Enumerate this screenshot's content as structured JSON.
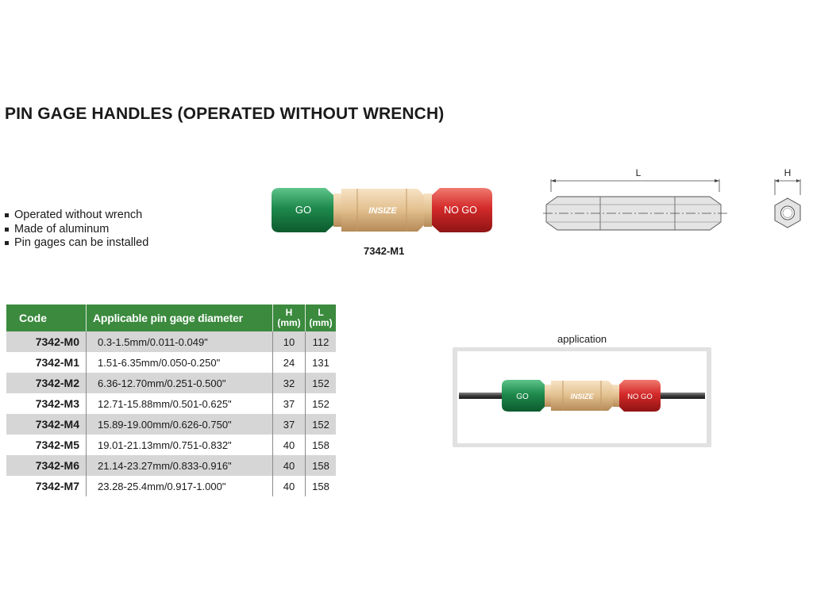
{
  "title": "PIN GAGE HANDLES (OPERATED WITHOUT WRENCH)",
  "features": [
    "Operated without wrench",
    "Made of aluminum",
    "Pin gages can be installed"
  ],
  "product": {
    "code": "7342-M1",
    "go_label": "GO",
    "nogo_label": "NO GO",
    "brand": "INSIZE"
  },
  "diagram": {
    "length_label": "L",
    "height_label": "H"
  },
  "table": {
    "headers": {
      "code": "Code",
      "diameter": "Applicable pin gage diameter",
      "h": "H",
      "h_unit": "(mm)",
      "l": "L",
      "l_unit": "(mm)"
    },
    "rows": [
      {
        "code": "7342-M0",
        "diameter": "0.3-1.5mm/0.011-0.049\"",
        "h": "10",
        "l": "112"
      },
      {
        "code": "7342-M1",
        "diameter": "1.51-6.35mm/0.050-0.250\"",
        "h": "24",
        "l": "131"
      },
      {
        "code": "7342-M2",
        "diameter": "6.36-12.70mm/0.251-0.500\"",
        "h": "32",
        "l": "152"
      },
      {
        "code": "7342-M3",
        "diameter": "12.71-15.88mm/0.501-0.625\"",
        "h": "37",
        "l": "152"
      },
      {
        "code": "7342-M4",
        "diameter": "15.89-19.00mm/0.626-0.750\"",
        "h": "37",
        "l": "152"
      },
      {
        "code": "7342-M5",
        "diameter": "19.01-21.13mm/0.751-0.832\"",
        "h": "40",
        "l": "158"
      },
      {
        "code": "7342-M6",
        "diameter": "21.14-23.27mm/0.833-0.916\"",
        "h": "40",
        "l": "158"
      },
      {
        "code": "7342-M7",
        "diameter": "23.28-25.4mm/0.917-1.000\"",
        "h": "40",
        "l": "158"
      }
    ]
  },
  "application": {
    "label": "application",
    "go_label": "GO",
    "nogo_label": "NO GO",
    "brand": "INSIZE"
  },
  "colors": {
    "go_green": "#1e8a4c",
    "nogo_red": "#d42a2a",
    "body_gold": "#e2bf8e",
    "table_header": "#3b8a3e",
    "row_shade": "#d6d6d6"
  }
}
